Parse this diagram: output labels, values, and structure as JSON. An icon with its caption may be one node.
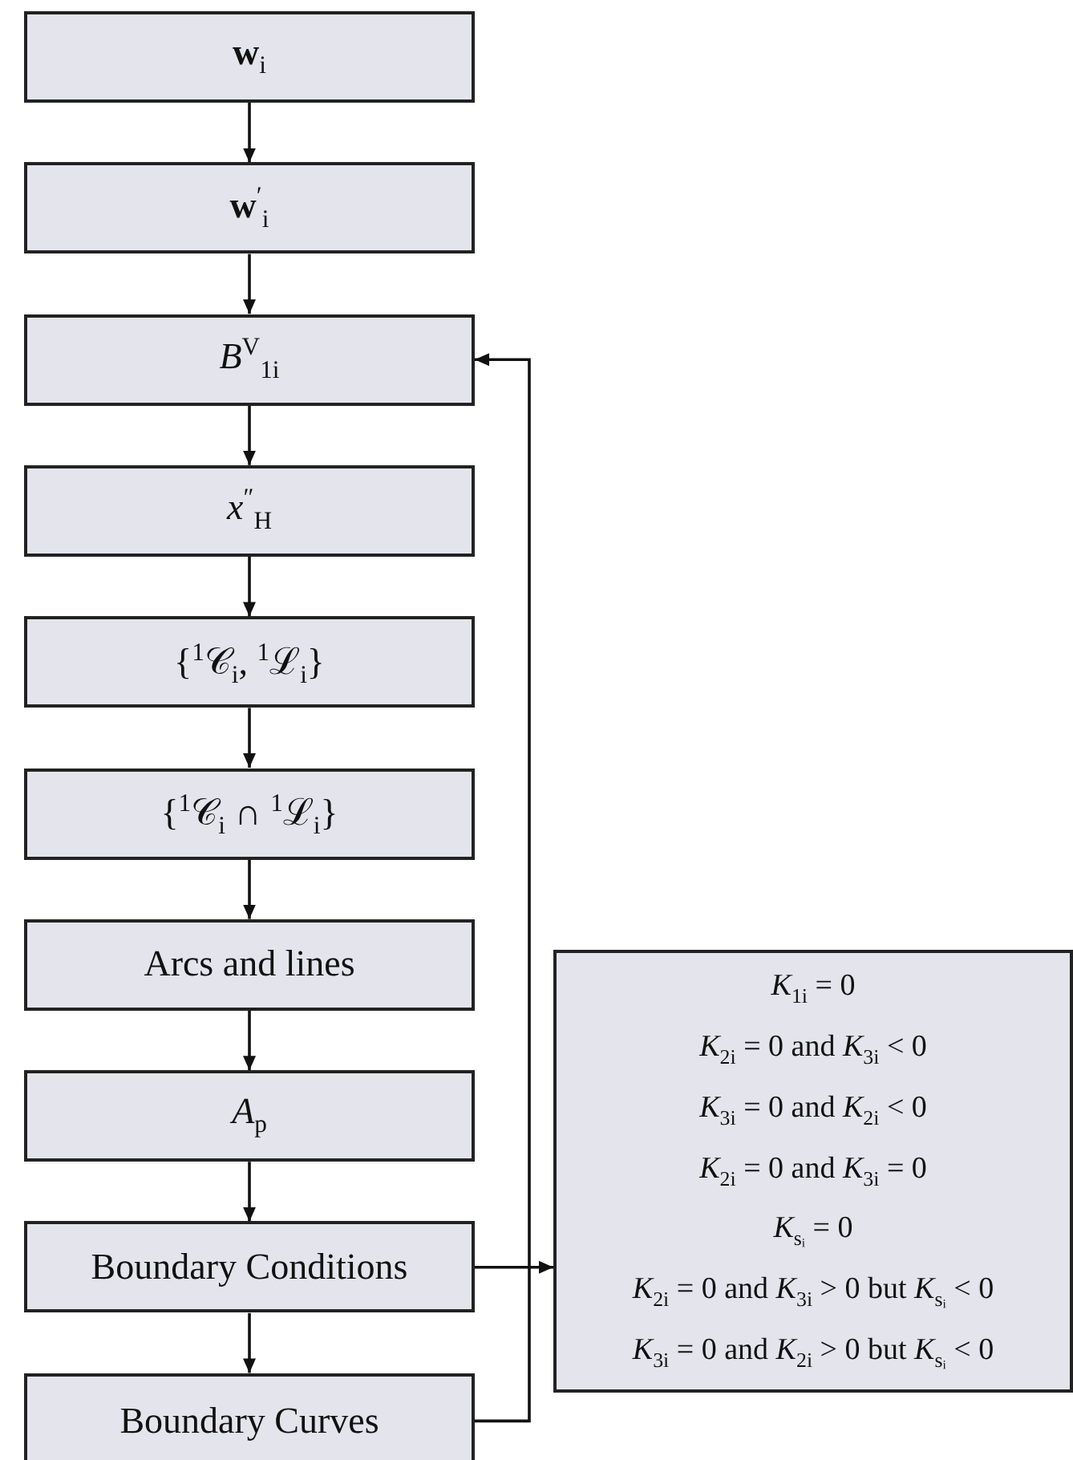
{
  "diagram": {
    "nodes": [
      {
        "text": [
          "**w**$_{i}$"
        ]
      },
      {
        "text": [
          "**w**$^{′}$$_{i}$"
        ]
      },
      {
        "text": [
          "*B*$^{V}$$_{1i}$"
        ]
      },
      {
        "text": [
          "*x*$^{″}$$_{H}$"
        ]
      },
      {
        "text": [
          "{$^{1}$𝒞$_{i}$, $^{1}$ℒ$_{i}$}"
        ]
      },
      {
        "text": [
          "{$^{1}$𝒞$_{i}$ ∩ $^{1}$ℒ$_{i}$}"
        ]
      },
      {
        "text": [
          "Arcs and lines"
        ]
      },
      {
        "text": [
          "*A*$_{p}$"
        ]
      },
      {
        "text": [
          "Boundary Conditions"
        ]
      },
      {
        "text": [
          "Boundary Curves"
        ]
      },
      {
        "text": [
          "*K*$_{1i}$ = 0",
          "*K*$_{2i}$ = 0 and *K*$_{3i}$ < 0",
          "*K*$_{3i}$ = 0 and *K*$_{2i}$ < 0",
          "*K*$_{2i}$ = 0 and *K*$_{3i}$ = 0",
          "*K*$_{sᵢ}$ = 0",
          "*K*$_{2i}$ = 0 and *K*$_{3i}$ > 0 but *K*$_{sᵢ}$ < 0",
          "*K*$_{3i}$ = 0 and *K*$_{2i}$ > 0 but *K*$_{sᵢ}$ < 0"
        ]
      }
    ],
    "edges": [
      {
        "from": 0,
        "to": 1,
        "arrow": "to"
      },
      {
        "from": 1,
        "to": 2,
        "arrow": "to"
      },
      {
        "from": 2,
        "to": 3,
        "arrow": "to"
      },
      {
        "from": 3,
        "to": 4,
        "arrow": "to"
      },
      {
        "from": 4,
        "to": 5,
        "arrow": "to"
      },
      {
        "from": 5,
        "to": 6,
        "arrow": "to"
      },
      {
        "from": 6,
        "to": 7,
        "arrow": "to"
      },
      {
        "from": 7,
        "to": 8,
        "arrow": "to"
      },
      {
        "from": 8,
        "to": 9,
        "arrow": "to"
      },
      {
        "from": 8,
        "to": 10,
        "arrow": "to"
      },
      {
        "from": 9,
        "to": 2,
        "arrow": "to"
      }
    ]
  }
}
